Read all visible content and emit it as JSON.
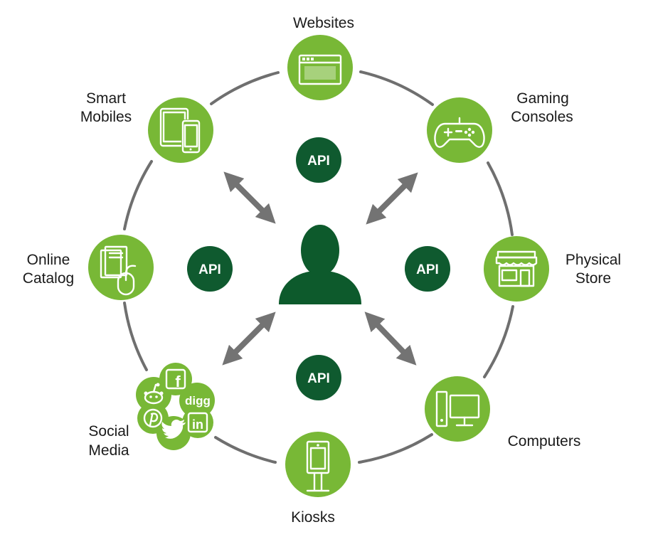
{
  "colors": {
    "node_green": "#78b836",
    "api_green": "#0f5a2f",
    "user_green": "#0d5a2c",
    "ring_gray": "#6f6f6f",
    "arrow_gray": "#737373"
  },
  "center": {
    "icon": "user-silhouette-icon"
  },
  "api_badges": [
    "API",
    "API",
    "API",
    "API"
  ],
  "nodes": [
    {
      "label_lines": [
        "Websites"
      ],
      "icon": "browser-window-icon"
    },
    {
      "label_lines": [
        "Gaming",
        "Consoles"
      ],
      "icon": "game-controller-icon"
    },
    {
      "label_lines": [
        "Physical",
        "Store"
      ],
      "icon": "storefront-icon"
    },
    {
      "label_lines": [
        "Computers"
      ],
      "icon": "desktop-computer-icon"
    },
    {
      "label_lines": [
        "Kiosks"
      ],
      "icon": "kiosk-icon"
    },
    {
      "label_lines": [
        "Social",
        "Media"
      ],
      "icon": "social-media-cluster-icon",
      "badges": [
        "f",
        "digg",
        "in"
      ]
    },
    {
      "label_lines": [
        "Online",
        "Catalog"
      ],
      "icon": "catalog-mouse-icon"
    },
    {
      "label_lines": [
        "Smart",
        "Mobiles"
      ],
      "icon": "tablet-phone-icon"
    }
  ]
}
